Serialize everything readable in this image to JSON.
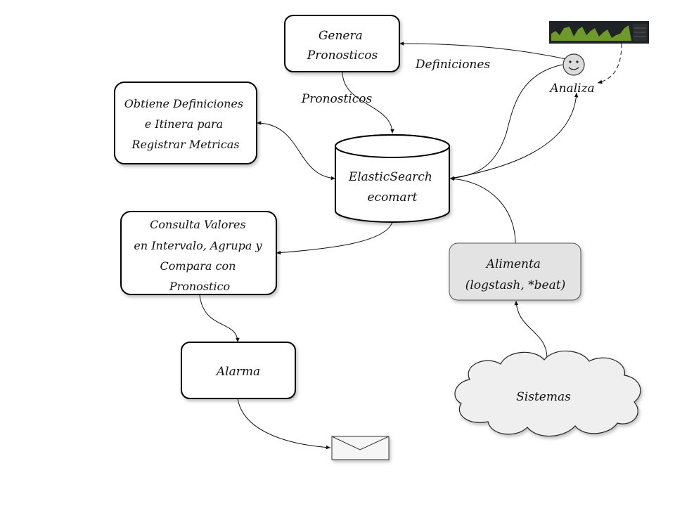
{
  "colors": {
    "box_fill": "#ffffff",
    "feeder_fill": "#e3e3e3",
    "cloud_fill": "#efefef",
    "face_fill": "#dcdcdc",
    "dashboard_bg": "#1f2326",
    "dashboard_bars": "#6d9a2b"
  },
  "nodes": {
    "genera": [
      "Genera",
      "Pronosticos"
    ],
    "obtiene": [
      "Obtiene Definiciones",
      "e Itinera para",
      "Registrar Metricas"
    ],
    "elastic": [
      "ElasticSearch",
      "ecomart"
    ],
    "consulta": [
      "Consulta Valores",
      "en Intervalo, Agrupa y",
      "Compara con",
      "Pronostico"
    ],
    "alarma": [
      "Alarma"
    ],
    "alimenta": [
      "Alimenta",
      "(logstash, *beat)"
    ],
    "sistemas": [
      "Sistemas"
    ],
    "analiza": [
      "Analiza"
    ]
  },
  "edge_labels": {
    "definiciones": "Definiciones",
    "pronosticos": "Pronosticos"
  },
  "icons": {
    "dashboard": "dashboard-chart-icon",
    "analyst": "smiley-face-icon",
    "mail": "envelope-icon"
  }
}
